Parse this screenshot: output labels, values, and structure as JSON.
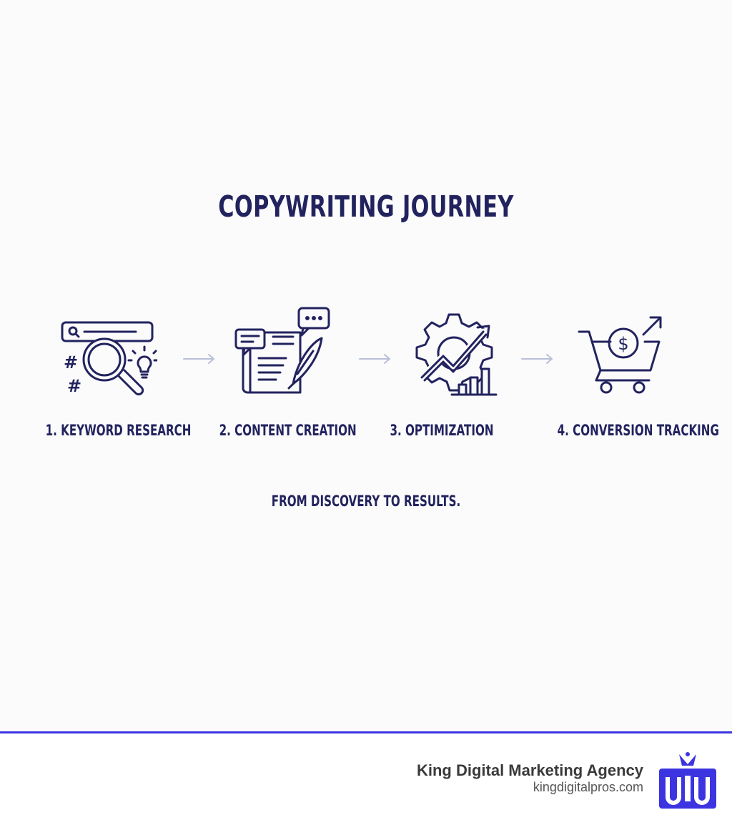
{
  "title": "COPYWRITING JOURNEY",
  "steps": [
    {
      "label": "1. KEYWORD RESEARCH",
      "icon": "keyword-research-icon"
    },
    {
      "label": "2. CONTENT CREATION",
      "icon": "content-creation-icon"
    },
    {
      "label": "3. OPTIMIZATION",
      "icon": "optimization-icon"
    },
    {
      "label": "4. CONVERSION TRACKING",
      "icon": "conversion-tracking-icon"
    }
  ],
  "subtitle": "FROM DISCOVERY TO RESULTS.",
  "footer": {
    "agency_name": "King Digital Marketing Agency",
    "agency_url": "kingdigitalpros.com",
    "logo_icon": "crown-logo-icon"
  },
  "colors": {
    "text": "#22235e",
    "accent": "#3b34e0",
    "arrow": "#b9bfd9",
    "background": "#fbfbfc"
  }
}
